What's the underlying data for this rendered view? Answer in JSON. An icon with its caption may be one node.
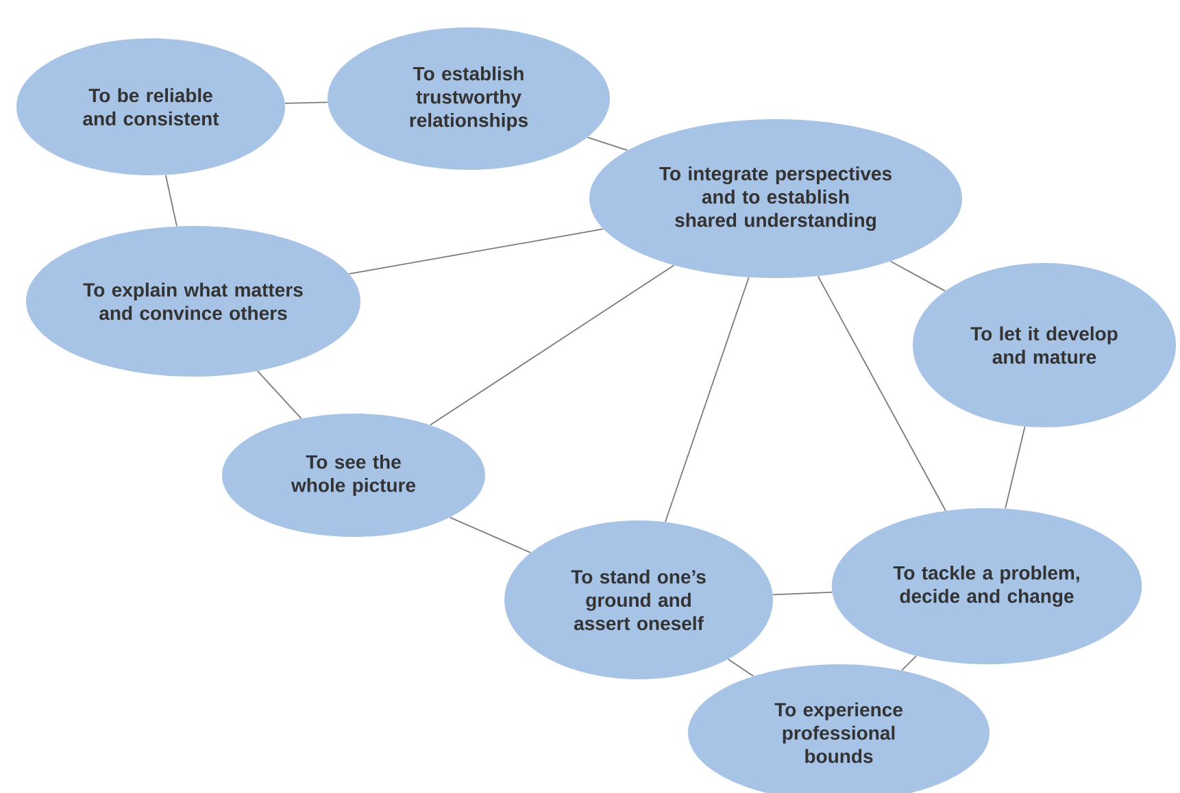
{
  "diagram": {
    "nodes": [
      {
        "text": [
          "To be reliable and consistent"
        ]
      },
      {
        "text": [
          "To establish trustworthy relationships"
        ]
      },
      {
        "text": [
          "To integrate perspectives and to establish shared understanding"
        ]
      },
      {
        "text": [
          "To explain what matters and convince others"
        ]
      },
      {
        "text": [
          "To let it develop and mature"
        ]
      },
      {
        "text": [
          "To see the whole picture"
        ]
      },
      {
        "text": [
          "To stand one’s ground and assert oneself"
        ]
      },
      {
        "text": [
          "To tackle a problem, decide and change"
        ]
      },
      {
        "text": [
          "To experience professional bounds"
        ]
      }
    ],
    "edges": [
      {
        "from": 0,
        "to": 1,
        "arrow": "none"
      },
      {
        "from": 1,
        "to": 2,
        "arrow": "none"
      },
      {
        "from": 0,
        "to": 3,
        "arrow": "none"
      },
      {
        "from": 3,
        "to": 2,
        "arrow": "none"
      },
      {
        "from": 3,
        "to": 5,
        "arrow": "none"
      },
      {
        "from": 5,
        "to": 2,
        "arrow": "none"
      },
      {
        "from": 5,
        "to": 6,
        "arrow": "none"
      },
      {
        "from": 6,
        "to": 2,
        "arrow": "none"
      },
      {
        "from": 7,
        "to": 2,
        "arrow": "none"
      },
      {
        "from": 2,
        "to": 4,
        "arrow": "none"
      },
      {
        "from": 4,
        "to": 7,
        "arrow": "none"
      },
      {
        "from": 6,
        "to": 7,
        "arrow": "none"
      },
      {
        "from": 6,
        "to": 8,
        "arrow": "none"
      },
      {
        "from": 8,
        "to": 7,
        "arrow": "none"
      }
    ]
  }
}
